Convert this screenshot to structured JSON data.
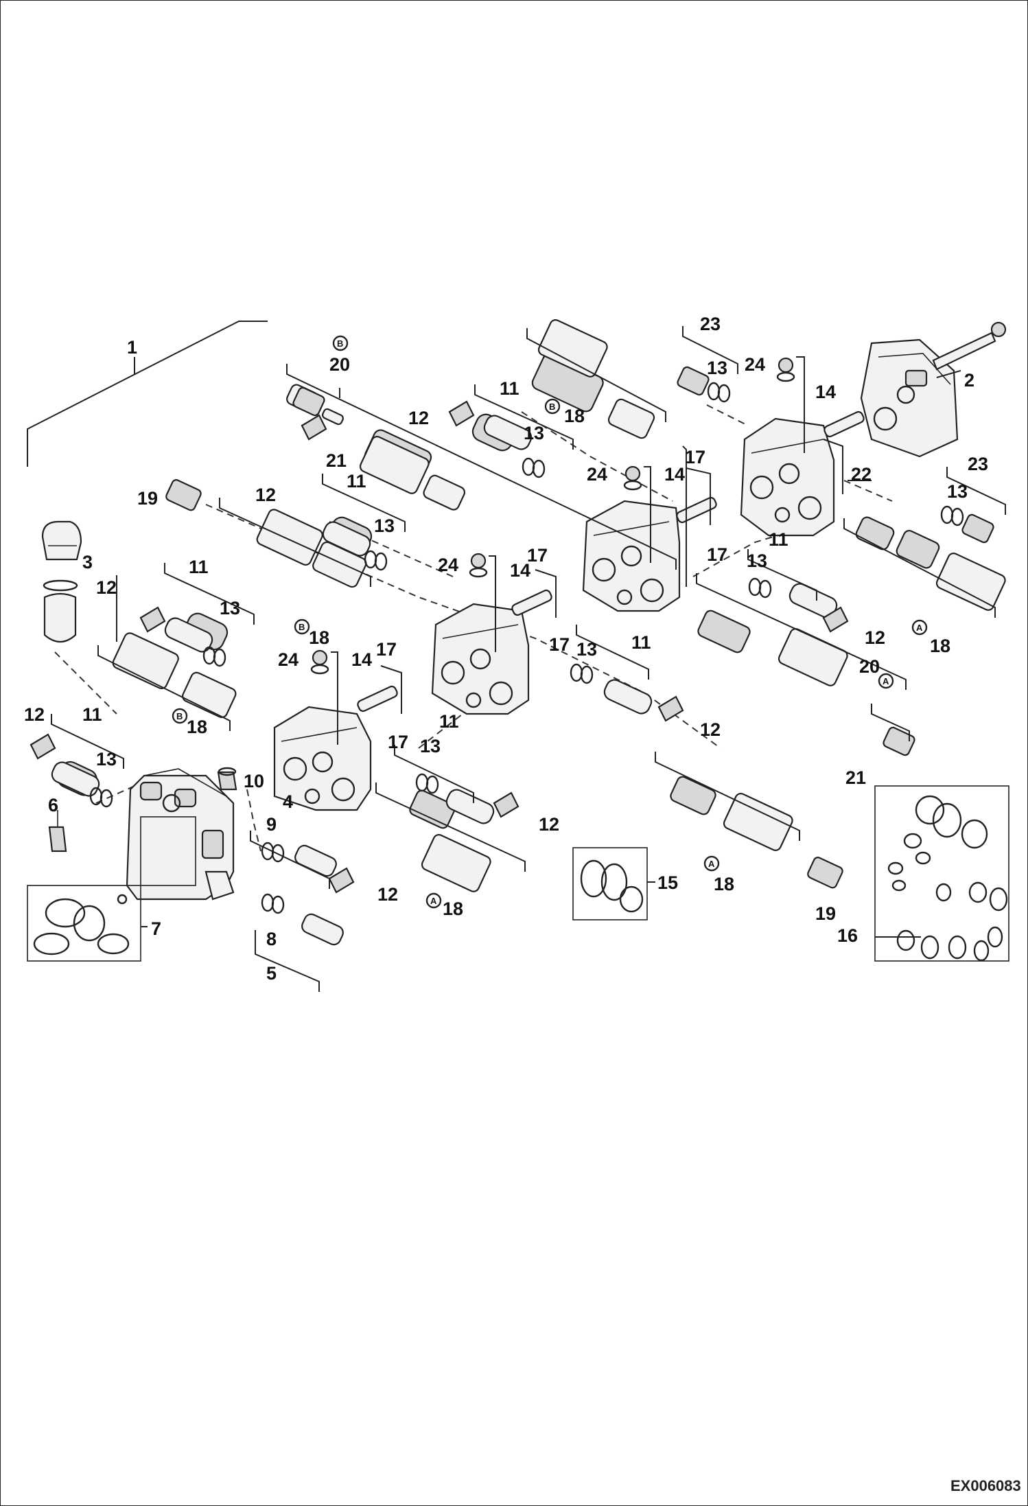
{
  "diagram": {
    "code": "EX006083",
    "callouts": [
      "1",
      "2",
      "3",
      "4",
      "5",
      "6",
      "7",
      "8",
      "9",
      "10",
      "11",
      "12",
      "13",
      "14",
      "15",
      "16",
      "17",
      "18",
      "19",
      "20",
      "21",
      "22",
      "23",
      "24"
    ],
    "circle_letters": [
      "A",
      "B"
    ]
  }
}
